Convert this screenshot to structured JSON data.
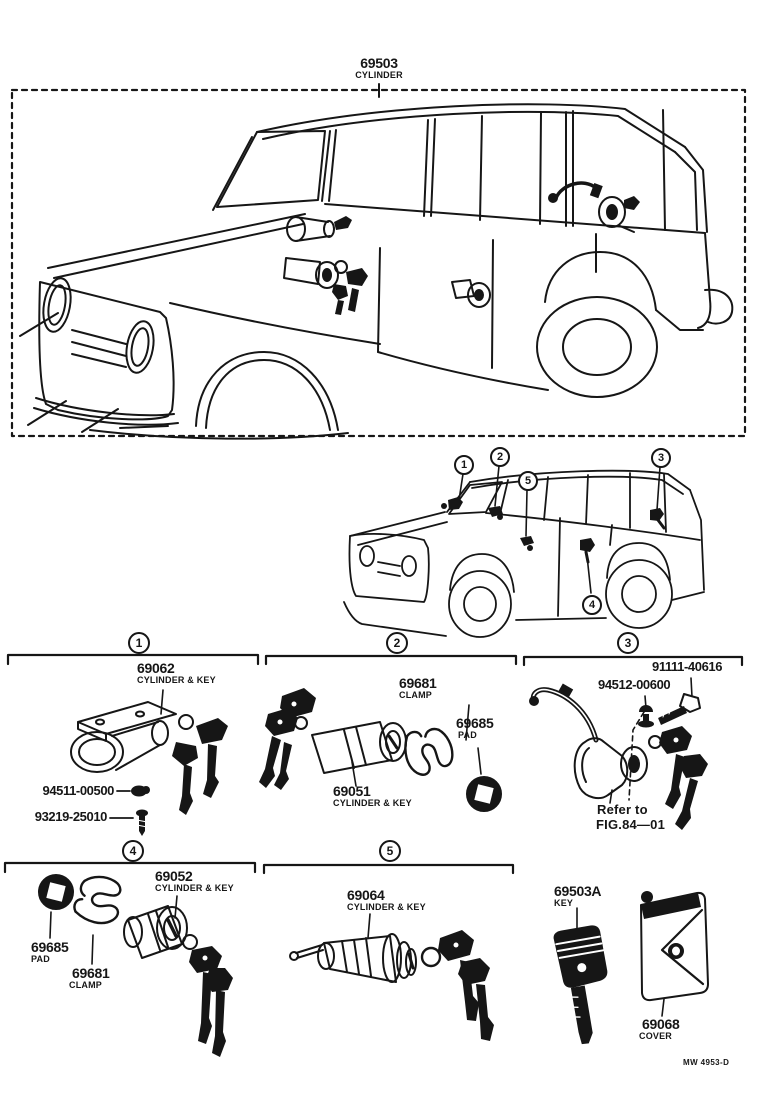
{
  "header": {
    "part_no": "69503",
    "part_name": "CYLINDER"
  },
  "sections": {
    "s1": {
      "num": "1",
      "main": {
        "no": "69062",
        "name": "CYLINDER & KEY"
      },
      "grommet": {
        "no": "94511-00500"
      },
      "screw": {
        "no": "93219-25010"
      }
    },
    "s2": {
      "num": "2",
      "clamp": {
        "no": "69681",
        "name": "CLAMP"
      },
      "pad": {
        "no": "69685",
        "name": "PAD"
      },
      "main": {
        "no": "69051",
        "name": "CYLINDER & KEY"
      }
    },
    "s3": {
      "num": "3",
      "bolt": {
        "no": "91111-40616"
      },
      "washer": {
        "no": "94512-00600"
      },
      "note": {
        "line1": "Refer  to",
        "line2": "FIG.84—01"
      }
    },
    "s4": {
      "num": "4",
      "pad": {
        "no": "69685",
        "name": "PAD"
      },
      "clamp": {
        "no": "69681",
        "name": "CLAMP"
      },
      "main": {
        "no": "69052",
        "name": "CYLINDER & KEY"
      }
    },
    "s5": {
      "num": "5",
      "main": {
        "no": "69064",
        "name": "CYLINDER & KEY"
      }
    }
  },
  "loose_parts": {
    "key": {
      "no": "69503A",
      "name": "KEY"
    },
    "cover": {
      "no": "69068",
      "name": "COVER"
    }
  },
  "footer": {
    "doc_code": "MW 4953-D"
  },
  "colors": {
    "ink": "#161616",
    "paper": "#ffffff"
  }
}
